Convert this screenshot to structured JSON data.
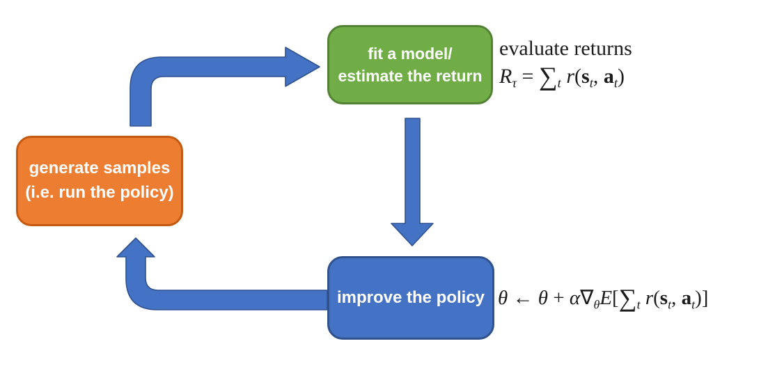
{
  "diagram": {
    "boxes": {
      "fit_model": {
        "line1": "fit a model/",
        "line2": "estimate the return",
        "fill": "#70AD47",
        "border_color": "#548235",
        "text_color": "#FFFFFF"
      },
      "generate_samples": {
        "line1": "generate samples",
        "line2": "(i.e. run the policy)",
        "fill": "#ED7D31",
        "border_color": "#C45911",
        "text_color": "#FFFFFF"
      },
      "improve_policy": {
        "line1": "improve the policy",
        "fill": "#4472C4",
        "border_color": "#2F528F",
        "text_color": "#FFFFFF"
      }
    },
    "arrows": {
      "color": "#4472C4",
      "outline": "#2F528F",
      "generate_to_fit": "elbow arrow up then right into fit-a-model box",
      "fit_to_improve": "straight arrow down into improve-the-policy box",
      "improve_to_generate": "elbow arrow left then up into generate-samples box"
    }
  },
  "annotations": {
    "evaluate": {
      "caption": "evaluate returns",
      "tokens": {
        "R": "R",
        "sub_tau": "τ",
        "eq": " = ",
        "sum": "∑",
        "sub_t": "t",
        "r": " r",
        "open": "(",
        "s": "s",
        "sub_t2": "t",
        "comma": ", ",
        "a": "a",
        "sub_t3": "t",
        "close": ")"
      }
    },
    "update": {
      "tokens": {
        "theta1": "θ",
        "arrow": " ← ",
        "theta2": "θ",
        "plus": " + ",
        "alpha": "α",
        "nabla": "∇",
        "sub_theta": "θ",
        "E": "E",
        "lbrack": "[",
        "sum": "∑",
        "sub_t": "t",
        "r": " r",
        "open": "(",
        "s": "s",
        "sub_t2": "t",
        "comma": ", ",
        "a": "a",
        "sub_t3": "t",
        "close": ")",
        "rbrack": "]"
      }
    }
  }
}
